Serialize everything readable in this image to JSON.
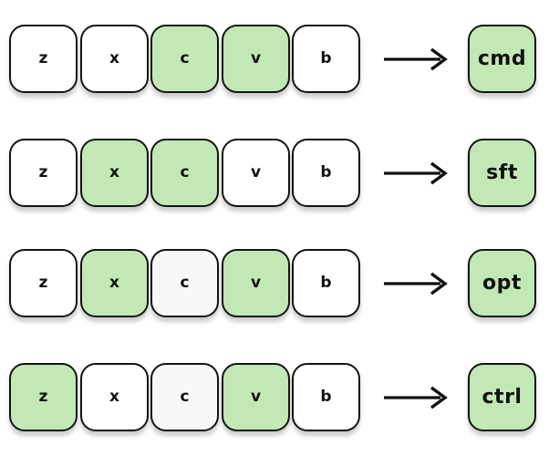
{
  "figure": {
    "description": "Keyboard chord mapping diagram: rows of letter keys with highlighted combinations producing modifier keys",
    "key_labels": [
      "z",
      "x",
      "c",
      "v",
      "b"
    ],
    "arrow_icon": "arrow-right"
  },
  "colors": {
    "active_green": "#c2e9b5",
    "inactive_white": "#ffffff",
    "faint_white": "#f8f8f8",
    "key_border": "#141414",
    "text": "#111111",
    "arrow": "#111111",
    "background": "#ffffff"
  },
  "rows": [
    {
      "keys": [
        {
          "label": "z",
          "fill": "#ffffff"
        },
        {
          "label": "x",
          "fill": "#ffffff"
        },
        {
          "label": "c",
          "fill": "#c2e9b5"
        },
        {
          "label": "v",
          "fill": "#c2e9b5"
        },
        {
          "label": "b",
          "fill": "#ffffff"
        }
      ],
      "result": {
        "label": "cmd",
        "fill": "#c2e9b5"
      }
    },
    {
      "keys": [
        {
          "label": "z",
          "fill": "#ffffff"
        },
        {
          "label": "x",
          "fill": "#c2e9b5"
        },
        {
          "label": "c",
          "fill": "#c2e9b5"
        },
        {
          "label": "v",
          "fill": "#ffffff"
        },
        {
          "label": "b",
          "fill": "#ffffff"
        }
      ],
      "result": {
        "label": "sft",
        "fill": "#c2e9b5"
      }
    },
    {
      "keys": [
        {
          "label": "z",
          "fill": "#ffffff"
        },
        {
          "label": "x",
          "fill": "#c2e9b5"
        },
        {
          "label": "c",
          "fill": "#f8f8f8"
        },
        {
          "label": "v",
          "fill": "#c2e9b5"
        },
        {
          "label": "b",
          "fill": "#ffffff"
        }
      ],
      "result": {
        "label": "opt",
        "fill": "#c2e9b5"
      }
    },
    {
      "keys": [
        {
          "label": "z",
          "fill": "#c2e9b5"
        },
        {
          "label": "x",
          "fill": "#ffffff"
        },
        {
          "label": "c",
          "fill": "#f8f8f8"
        },
        {
          "label": "v",
          "fill": "#c2e9b5"
        },
        {
          "label": "b",
          "fill": "#ffffff"
        }
      ],
      "result": {
        "label": "ctrl",
        "fill": "#c2e9b5"
      }
    }
  ]
}
